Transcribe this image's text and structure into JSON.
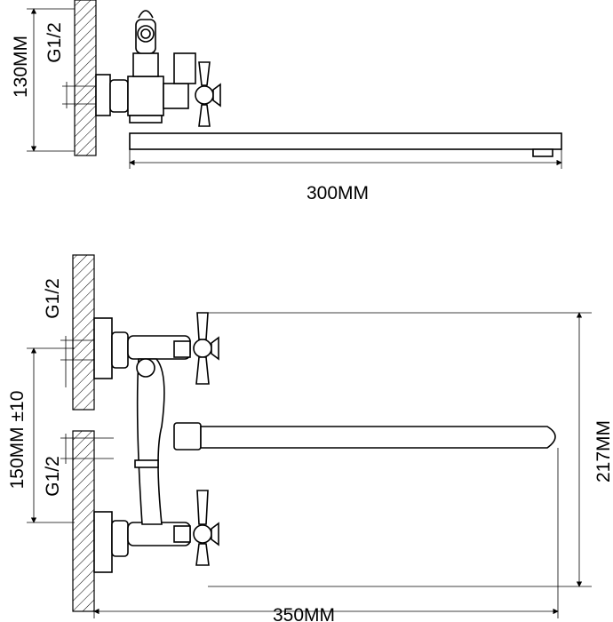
{
  "labels": {
    "top_thread": "G1/2",
    "top_height": "130MM",
    "top_length": "300MM",
    "bottom_thread_upper": "G1/2",
    "bottom_thread_lower": "G1/2",
    "bottom_spacing": "150MM ±10",
    "bottom_height": "217MM",
    "bottom_length": "350MM"
  },
  "colors": {
    "line": "#000000",
    "background": "#ffffff"
  }
}
